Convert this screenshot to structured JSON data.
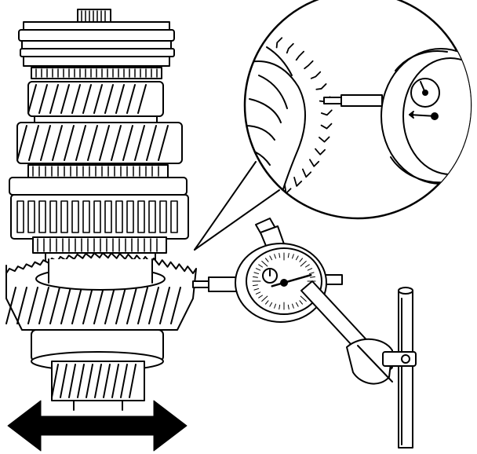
{
  "figure": {
    "subject": "gear-shaft-endplay-measurement",
    "colors": {
      "ink": "#000000",
      "paper": "#ffffff",
      "shade": "#d9d9d9"
    },
    "arrow": {
      "icon": "double-headed-horizontal-arrow"
    },
    "gear_stack": {
      "helical_gears": 4,
      "spur_gears": 1
    },
    "dial_indicator": {
      "icon": "dial-gauge-icon",
      "needle_reading": 0.2
    },
    "detail_callout": {
      "icon": "magnified-detail-circle"
    },
    "stand": {
      "icon": "magnetic-stand-icon"
    }
  }
}
